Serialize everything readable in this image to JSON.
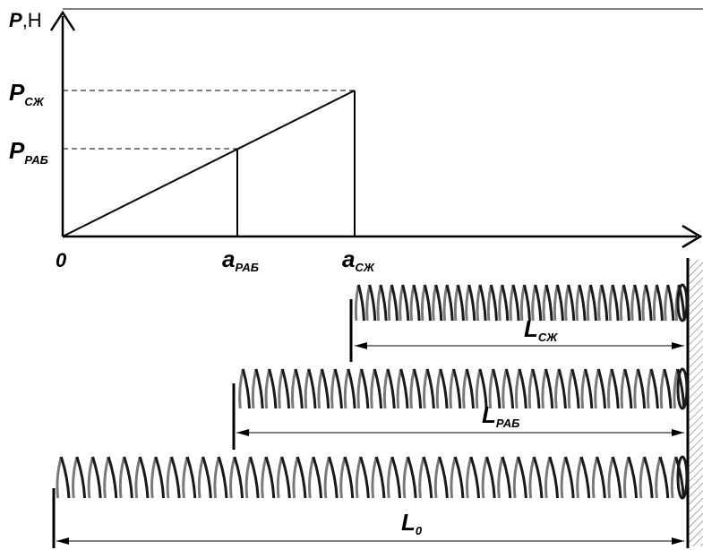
{
  "axes": {
    "y_label_main": "P",
    "y_label_unit": ",Н",
    "origin": "0"
  },
  "y_ticks": [
    {
      "main": "P",
      "sub": "СЖ"
    },
    {
      "main": "P",
      "sub": "РАБ"
    }
  ],
  "x_ticks": [
    {
      "main": "a",
      "sub": "РАБ"
    },
    {
      "main": "a",
      "sub": "СЖ"
    }
  ],
  "springs": [
    {
      "label_main": "L",
      "label_sub": "СЖ"
    },
    {
      "label_main": "L",
      "label_sub": "РАБ"
    },
    {
      "label_main": "L",
      "label_sub": "0"
    }
  ]
}
